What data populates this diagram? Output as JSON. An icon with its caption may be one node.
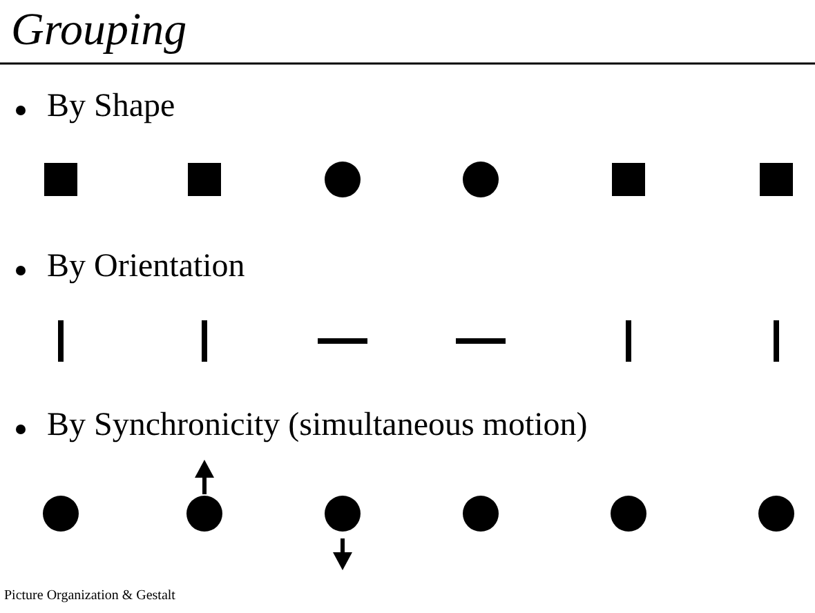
{
  "diagram": {
    "title": "Grouping",
    "labels": [
      "By Shape",
      "By Orientation",
      "By Synchronicity (simultaneous motion)",
      "Picture Organization & Gestalt"
    ]
  }
}
